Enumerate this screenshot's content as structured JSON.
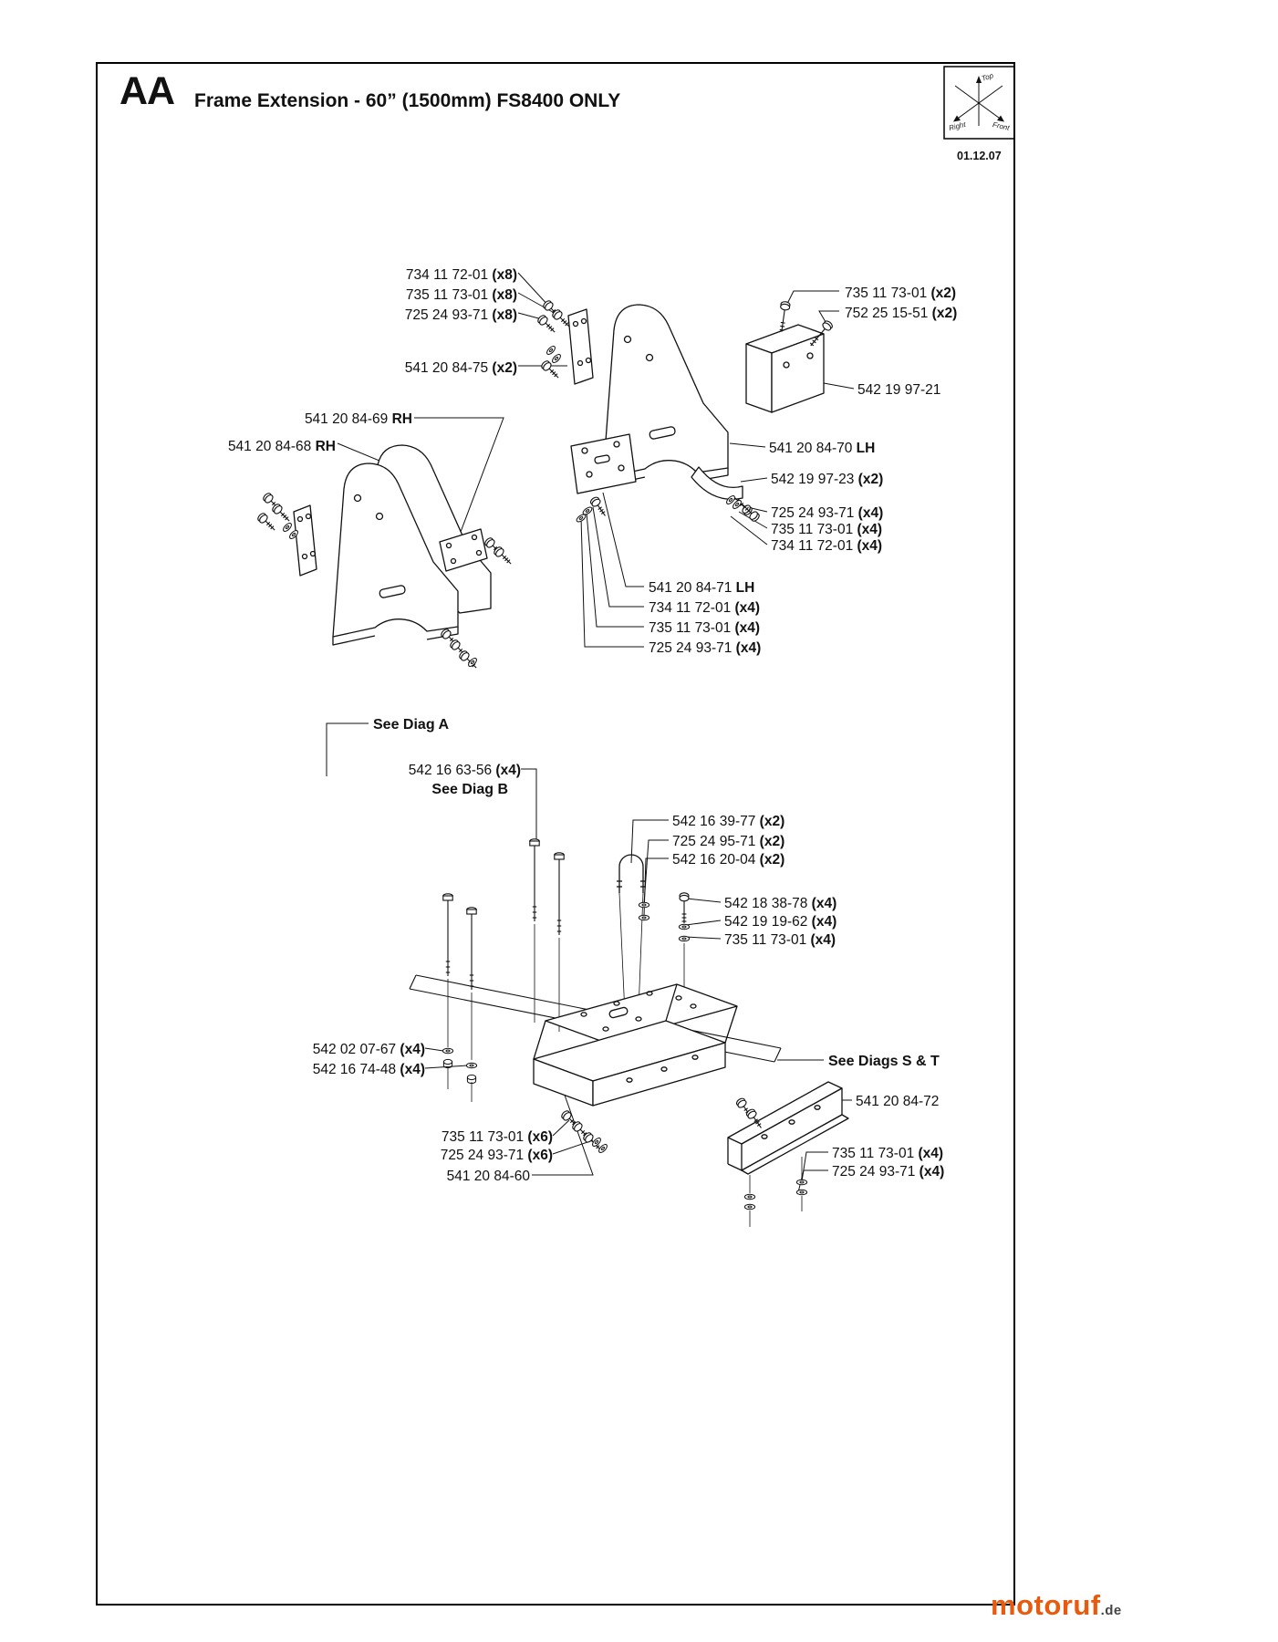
{
  "page": {
    "section_code": "AA",
    "title": "Frame Extension - 60” (1500mm) FS8400 ONLY",
    "date": "01.12.07",
    "orientation": {
      "top_label": "Top",
      "right_label": "Right",
      "front_label": "Front"
    },
    "watermark": {
      "brand": "motoruf",
      "tld": ".de"
    }
  },
  "callouts": [
    {
      "text": "734 11 72-01 ",
      "bold": "(x8)"
    },
    {
      "text": "735 11 73-01 ",
      "bold": "(x8)"
    },
    {
      "text": "725 24 93-71 ",
      "bold": "(x8)"
    },
    {
      "text": "541 20 84-75 ",
      "bold": "(x2)"
    },
    {
      "text": "541 20 84-69 ",
      "bold": "RH"
    },
    {
      "text": "541 20 84-68 ",
      "bold": "RH"
    },
    {
      "text": "735 11 73-01 ",
      "bold": "(x2)"
    },
    {
      "text": "752 25 15-51 ",
      "bold": "(x2)"
    },
    {
      "text": "542 19 97-21",
      "bold": ""
    },
    {
      "text": "541 20 84-70 ",
      "bold": "LH"
    },
    {
      "text": "542 19 97-23 ",
      "bold": "(x2)"
    },
    {
      "text": "725 24 93-71 ",
      "bold": "(x4)"
    },
    {
      "text": "735 11 73-01 ",
      "bold": "(x4)"
    },
    {
      "text": "734 11 72-01 ",
      "bold": "(x4)"
    },
    {
      "text": "541 20 84-71 ",
      "bold": "LH"
    },
    {
      "text": "734 11 72-01 ",
      "bold": "(x4)"
    },
    {
      "text": "735 11 73-01 ",
      "bold": "(x4)"
    },
    {
      "text": "725 24 93-71 ",
      "bold": "(x4)"
    },
    {
      "text": "",
      "bold": "See Diag A"
    },
    {
      "text": "542 16 63-56 ",
      "bold": "(x4)"
    },
    {
      "text": "",
      "bold": "See Diag B"
    },
    {
      "text": "542 16 39-77 ",
      "bold": "(x2)"
    },
    {
      "text": "725 24 95-71 ",
      "bold": "(x2)"
    },
    {
      "text": "542 16 20-04 ",
      "bold": "(x2)"
    },
    {
      "text": "542 18 38-78 ",
      "bold": "(x4)"
    },
    {
      "text": "542 19 19-62 ",
      "bold": "(x4)"
    },
    {
      "text": "735 11 73-01 ",
      "bold": "(x4)"
    },
    {
      "text": "542 02 07-67 ",
      "bold": "(x4)"
    },
    {
      "text": "542 16 74-48 ",
      "bold": "(x4)"
    },
    {
      "text": "735 11 73-01 ",
      "bold": "(x6)"
    },
    {
      "text": "725 24 93-71 ",
      "bold": "(x6)"
    },
    {
      "text": "541 20 84-60",
      "bold": ""
    },
    {
      "text": "",
      "bold": "See Diags S & T"
    },
    {
      "text": "541 20 84-72",
      "bold": ""
    },
    {
      "text": "735 11 73-01 ",
      "bold": "(x4)"
    },
    {
      "text": "725 24 93-71 ",
      "bold": "(x4)"
    }
  ]
}
